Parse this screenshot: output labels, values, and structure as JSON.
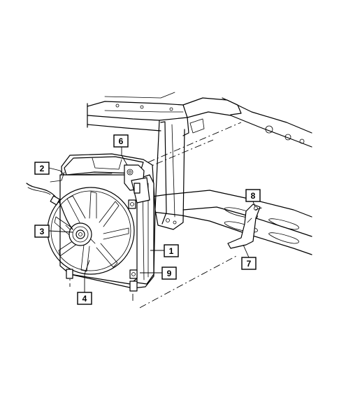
{
  "callouts": [
    {
      "id": "1",
      "label": "1"
    },
    {
      "id": "2",
      "label": "2"
    },
    {
      "id": "3",
      "label": "3"
    },
    {
      "id": "4",
      "label": "4"
    },
    {
      "id": "6",
      "label": "6"
    },
    {
      "id": "7",
      "label": "7"
    },
    {
      "id": "8",
      "label": "8"
    },
    {
      "id": "9",
      "label": "9"
    }
  ]
}
